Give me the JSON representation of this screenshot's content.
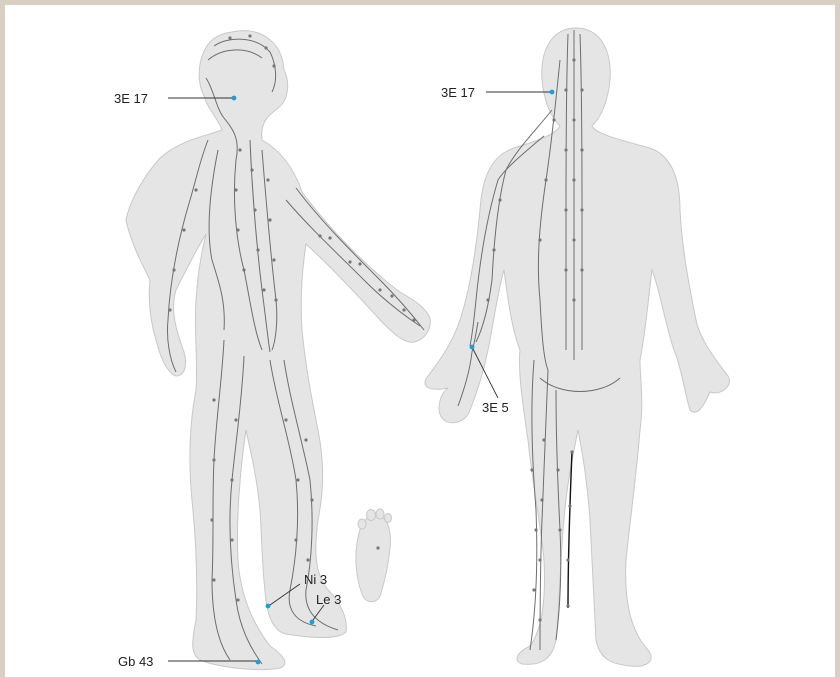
{
  "labels": {
    "front_3e17": "3E 17",
    "back_3e17": "3E 17",
    "back_3e5": "3E 5",
    "ni3": "Ni 3",
    "le3": "Le 3",
    "gb43": "Gb 43"
  },
  "colors": {
    "frame": "#d9d0c4",
    "body_fill": "#e5e5e5",
    "meridian": "#6e6e6e",
    "highlight_point": "#1a9fd6"
  }
}
